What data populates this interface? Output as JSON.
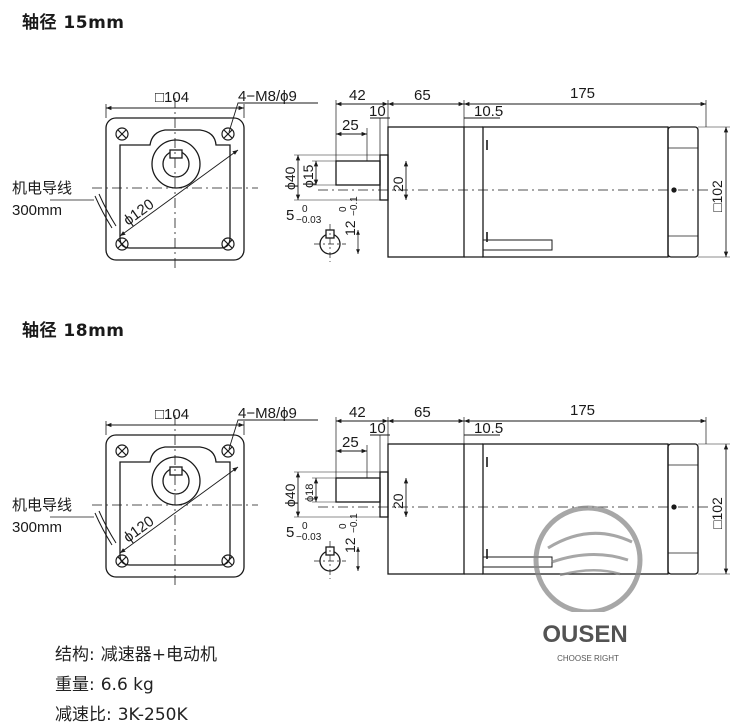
{
  "sections": [
    {
      "title": "轴径 15mm",
      "front": {
        "square": "□104",
        "bolt": "4−M8/ϕ9",
        "lead_label": "机电导线",
        "lead_length": "300mm",
        "bolt_circle": "ϕ120"
      },
      "side": {
        "dims": {
          "d42": "42",
          "d65": "65",
          "d175": "175",
          "d10": "10",
          "d25": "25",
          "d10_5": "10.5",
          "d20": "20",
          "d102": "□102"
        },
        "shaft_outer": "ϕ40",
        "shaft": "ϕ15",
        "key_width": "5",
        "key_tol": "−0.03",
        "key_tol_top": "0",
        "key_height": "12",
        "key_height_tol": "−0.1",
        "key_height_tol_top": "0"
      }
    },
    {
      "title": "轴径 18mm",
      "front": {
        "square": "□104",
        "bolt": "4−M8/ϕ9",
        "lead_label": "机电导线",
        "lead_length": "300mm",
        "bolt_circle": "ϕ120"
      },
      "side": {
        "dims": {
          "d42": "42",
          "d65": "65",
          "d175": "175",
          "d10": "10",
          "d25": "25",
          "d10_5": "10.5",
          "d20": "20",
          "d102": "□102"
        },
        "shaft_outer": "ϕ40",
        "shaft": "ϕ18",
        "key_width": "5",
        "key_tol": "−0.03",
        "key_tol_top": "0",
        "key_height": "12",
        "key_height_tol": "−0.1",
        "key_height_tol_top": "0"
      }
    }
  ],
  "specs": [
    {
      "key": "结构:",
      "value": "减速器+电动机"
    },
    {
      "key": "重量:",
      "value": "6.6 kg"
    },
    {
      "key": "减速比:",
      "value": "3K-250K"
    }
  ],
  "logo": {
    "brand": "OUSEN",
    "tagline": "CHOOSE RIGHT"
  }
}
